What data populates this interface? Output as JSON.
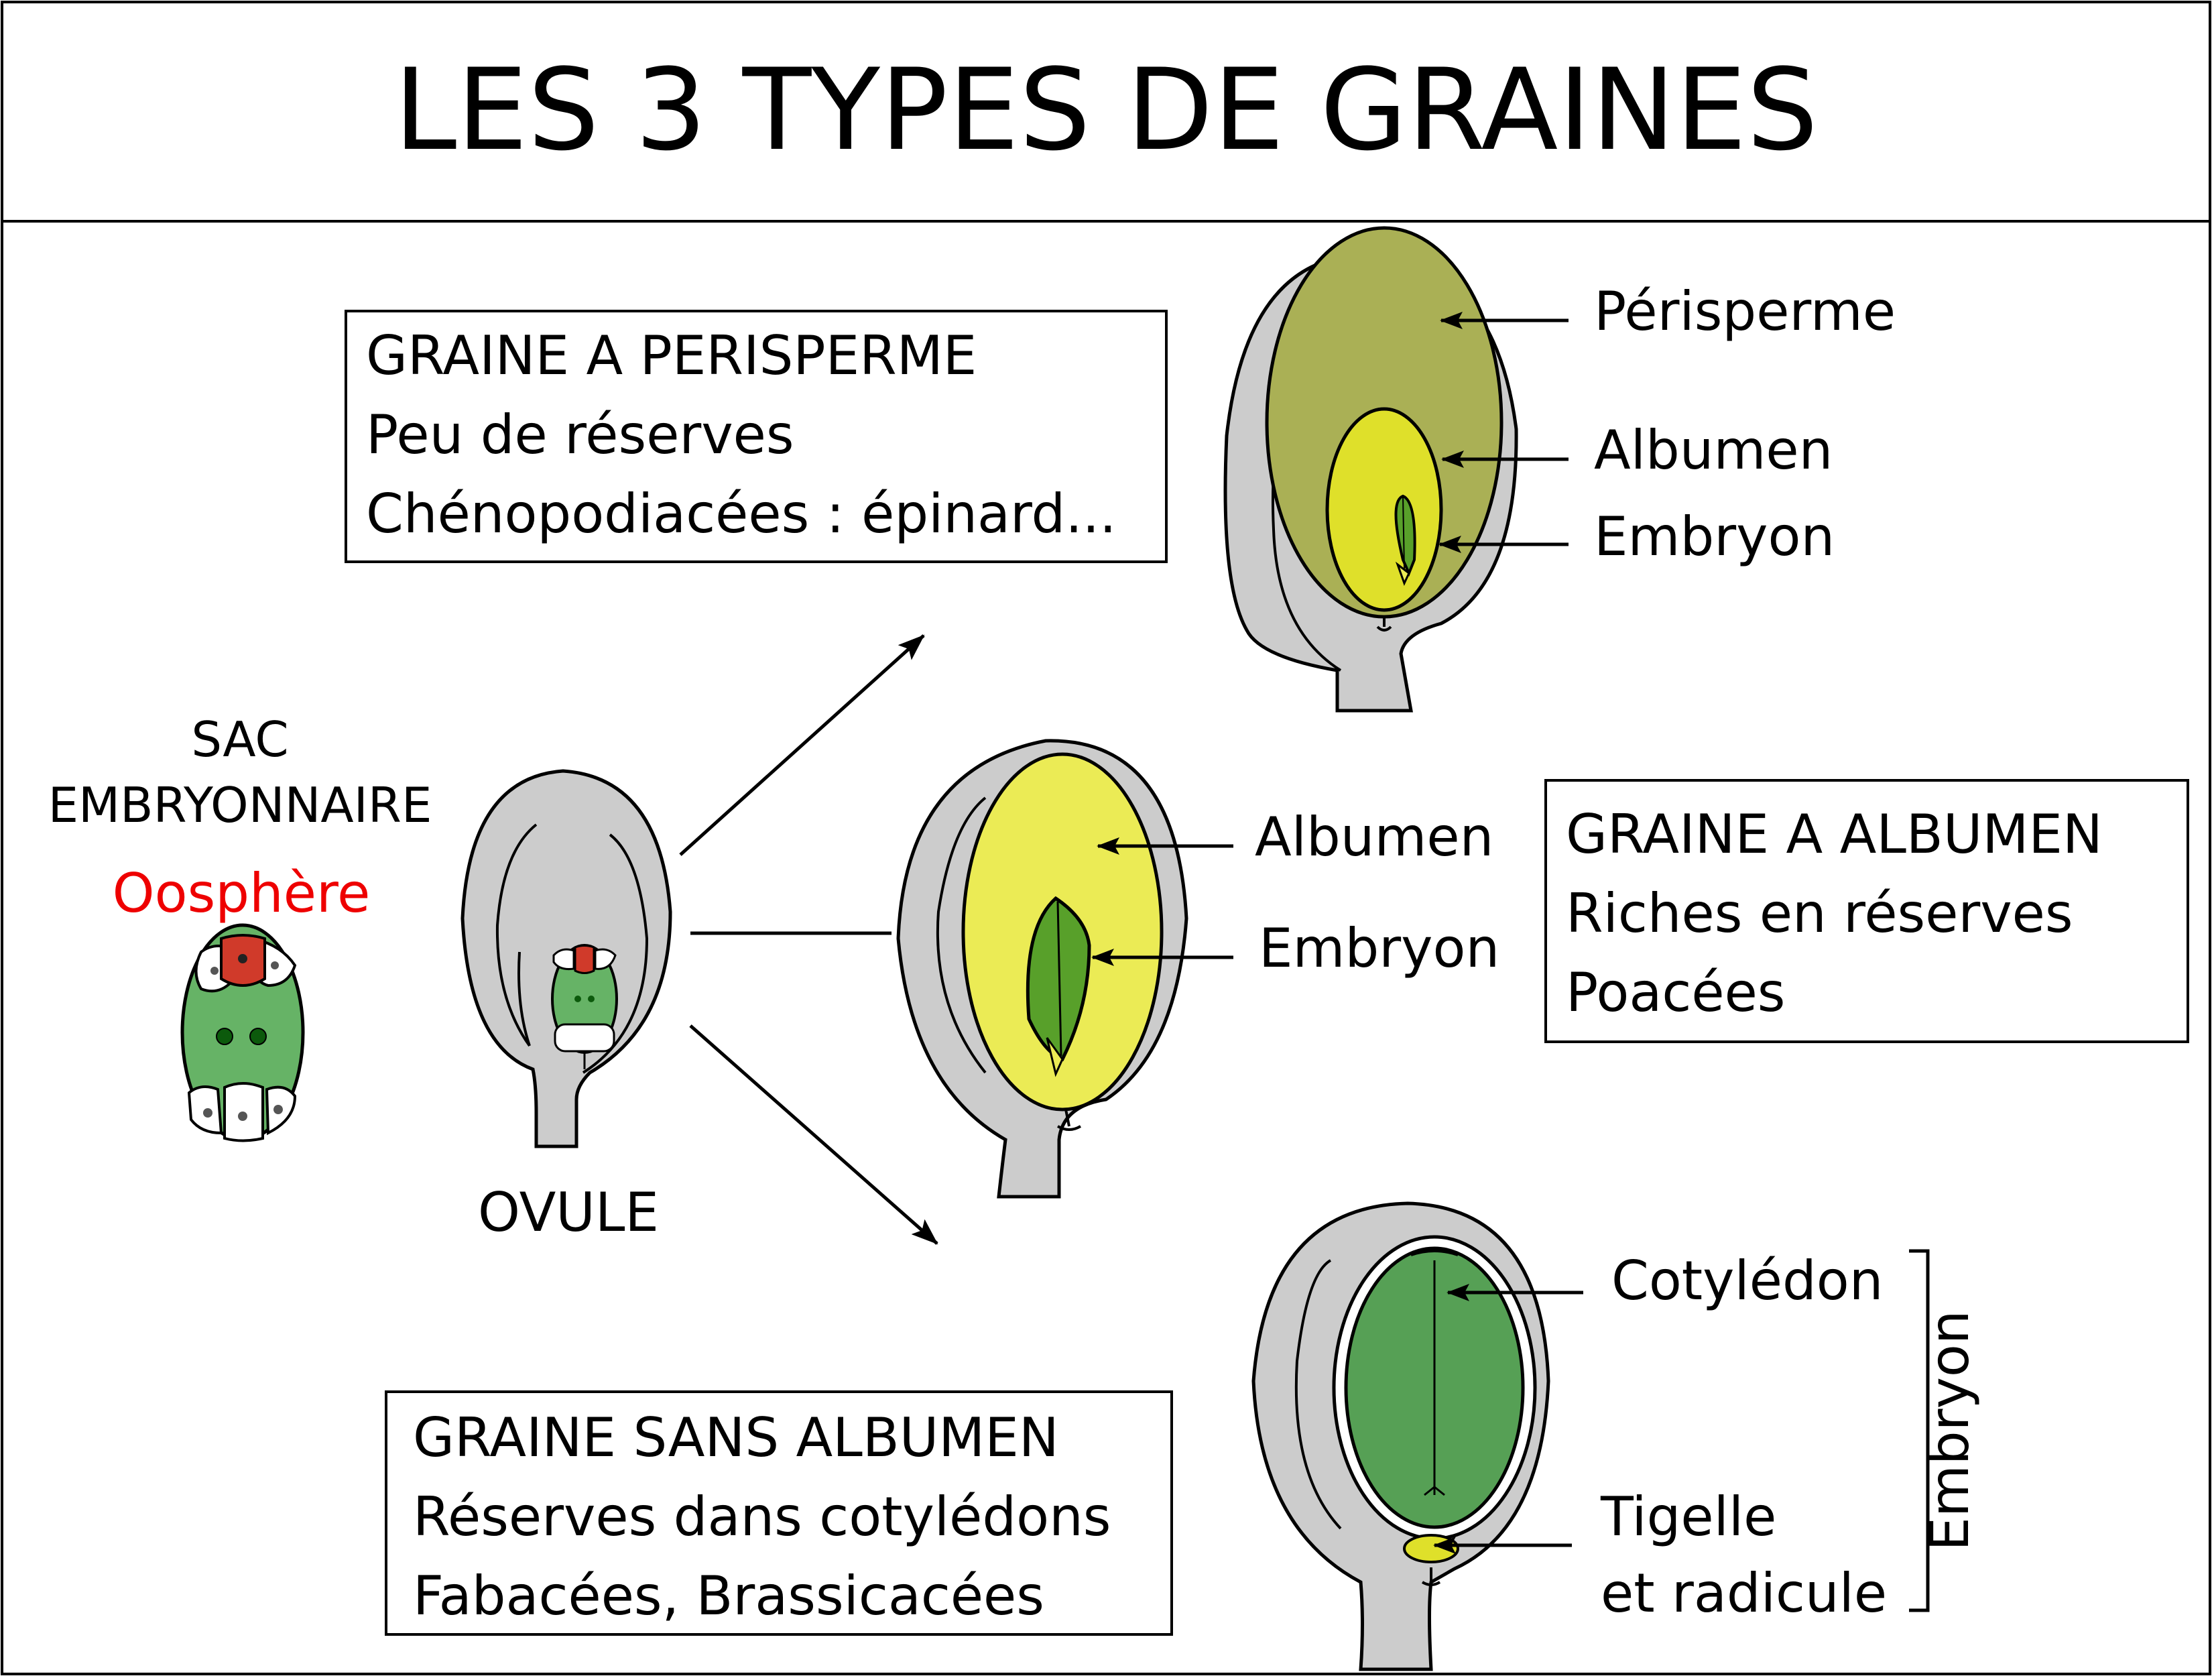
{
  "title": "LES 3 TYPES DE GRAINES",
  "left": {
    "sac_line1": "SAC",
    "sac_line2": "EMBRYONNAIRE",
    "oosphere": "Oosphère",
    "ovule": "OVULE"
  },
  "perisperme": {
    "box_title": "GRAINE A PERISPERME",
    "box_line2": "Peu de réserves",
    "box_line3": "Chénopodiacées : épinard...",
    "label_perisperme": "Périsperme",
    "label_albumen": "Albumen",
    "label_embryon": "Embryon"
  },
  "albumen": {
    "box_title": "GRAINE A ALBUMEN",
    "box_line2": "Riches en réserves",
    "box_line3": "Poacées",
    "label_albumen": "Albumen",
    "label_embryon": "Embryon"
  },
  "sans_albumen": {
    "box_title": "GRAINE SANS ALBUMEN",
    "box_line2": "Réserves dans cotylédons",
    "box_line3": "Fabacées, Brassicacées",
    "label_cotyledon": "Cotylédon",
    "label_tigelle1": "Tigelle",
    "label_tigelle2": "et radicule",
    "label_embryon_vertical": "Embryon"
  },
  "colors": {
    "tegument": "#cccccc",
    "perisperme": "#aab055",
    "albumen_dark": "#dfe02a",
    "albumen_light": "#ebeb55",
    "embryo_green": "#58a02a",
    "cotyledon_green": "#56a055",
    "sac_green": "#66b366",
    "oosphere_red": "#d03a2a",
    "oosphere_text": "#ee0000"
  }
}
